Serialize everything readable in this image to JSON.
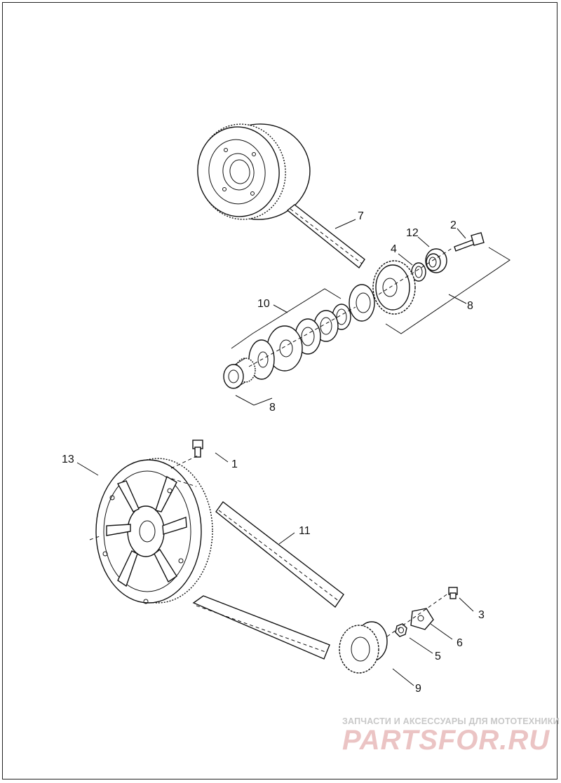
{
  "callouts": {
    "c1": "1",
    "c2": "2",
    "c3": "3",
    "c4": "4",
    "c5": "5",
    "c6": "6",
    "c7": "7",
    "c8a": "8",
    "c8b": "8",
    "c9": "9",
    "c10": "10",
    "c11": "11",
    "c12": "12",
    "c13": "13"
  },
  "watermark": {
    "tagline": "ЗАПЧАСТИ И АКСЕССУАРЫ ДЛЯ МОТОТЕХНИКИ",
    "logo": "PARTSFOR.RU"
  },
  "colors": {
    "line": "#111111",
    "watermark_text": "#c8c8c8",
    "watermark_logo": "#ebc4c4"
  }
}
